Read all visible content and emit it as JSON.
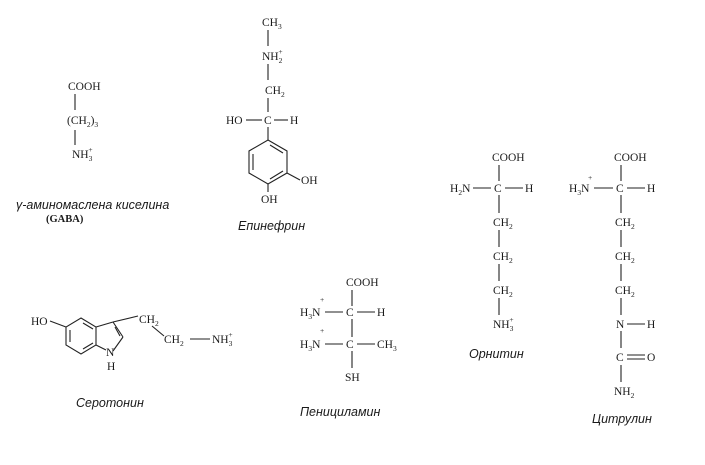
{
  "molecules": {
    "gaba": {
      "name": "γ-аминомаслена киселина",
      "abbr": "(GABA)",
      "cooh": "COOH",
      "ch2": "(CH",
      "sub2": "2",
      "close3": ")",
      "sub3": "3",
      "nh3": "NH",
      "plus": "+"
    },
    "epinephrine": {
      "name": "Епинефрин",
      "ch3": "CH",
      "sub3": "3",
      "nh2": "NH",
      "sub2": "2",
      "plus": "+",
      "ch2": "CH",
      "ho": "HO",
      "c": "C",
      "h": "H",
      "oh1": "OH",
      "oh2": "OH"
    },
    "serotonin": {
      "name": "Серотонин",
      "ho": "HO",
      "ch2a": "CH",
      "ch2b": "CH",
      "sub2": "2",
      "nh3": "NH",
      "sub3": "3",
      "plus": "+",
      "n": "N",
      "h": "H"
    },
    "penicillamine": {
      "name": "Пенициламин",
      "cooh": "COOH",
      "h3n1": "H",
      "h3n2": "H",
      "n": "N",
      "sub3": "3",
      "plus": "+",
      "c": "C",
      "h": "H",
      "ch3": "CH",
      "sh": "SH"
    },
    "ornithine": {
      "name": "Орнитин",
      "cooh": "COOH",
      "h2n": "H",
      "n": "N",
      "sub2": "2",
      "c": "C",
      "h": "H",
      "ch2": "CH",
      "nh3": "NH",
      "sub3": "3",
      "plus": "+"
    },
    "citrulline": {
      "name": "Цитрулин",
      "cooh": "COOH",
      "h3n": "H",
      "n": "N",
      "sub3": "3",
      "sub2": "2",
      "plus": "+",
      "c": "C",
      "h": "H",
      "ch2": "CH",
      "o": "O",
      "nh2": "NH"
    }
  }
}
